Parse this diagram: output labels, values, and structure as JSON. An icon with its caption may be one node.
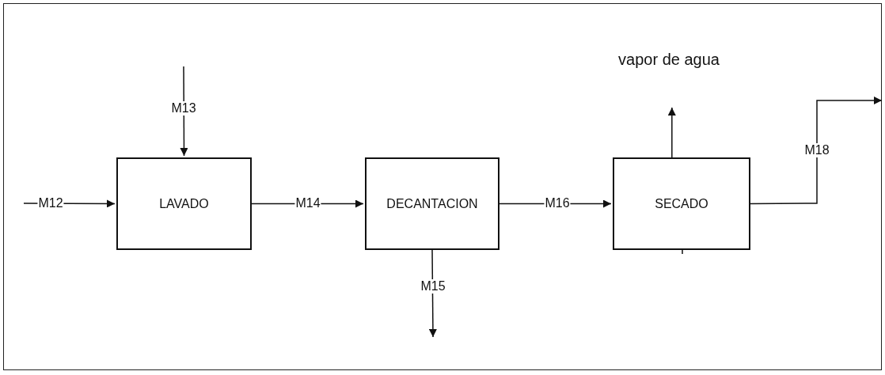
{
  "diagram": {
    "nodes": [
      {
        "text": [
          "LAVADO"
        ]
      },
      {
        "text": [
          "DECANTACION"
        ]
      },
      {
        "text": [
          "SECADO"
        ]
      },
      {
        "text": [
          "vapor de agua"
        ]
      }
    ],
    "edges": [
      {
        "from": null,
        "to": 0,
        "arrow": "to",
        "label": "M12"
      },
      {
        "from": null,
        "to": 0,
        "arrow": "to",
        "label": "M13"
      },
      {
        "from": 0,
        "to": 1,
        "arrow": "to",
        "label": "M14"
      },
      {
        "from": 1,
        "to": null,
        "arrow": "to",
        "label": "M15"
      },
      {
        "from": 1,
        "to": 2,
        "arrow": "to",
        "label": "M16"
      },
      {
        "from": 2,
        "to": 3,
        "arrow": "to"
      },
      {
        "from": 2,
        "to": null,
        "arrow": "to",
        "label": "M18"
      }
    ]
  }
}
